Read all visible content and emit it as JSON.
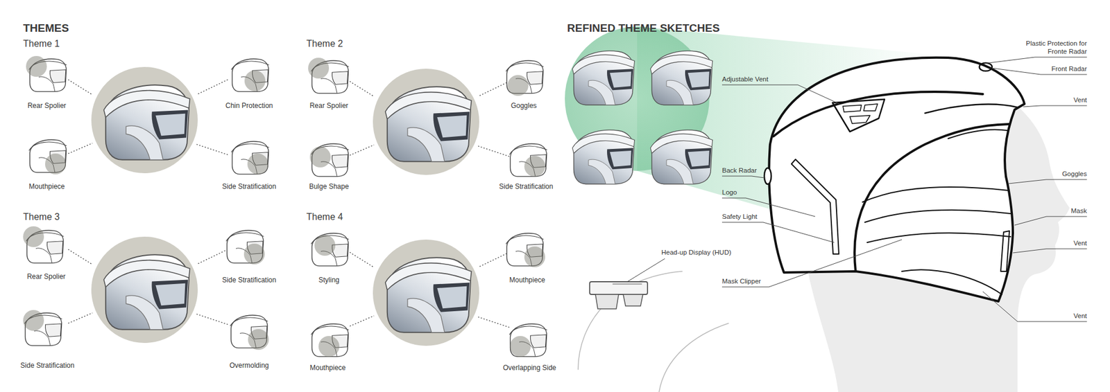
{
  "diagram": {
    "labels": [
      "THEMES",
      "Theme 1",
      "Rear Spolier",
      "Chin Protection",
      "Mouthpiece",
      "Side Stratification",
      "Theme 2",
      "Rear Spolier",
      "Goggles",
      "Bulge Shape",
      "Side Stratification",
      "Theme 3",
      "Rear Spolier",
      "Side Stratification",
      "Side Stratification",
      "Overmolding",
      "Theme 4",
      "Styling",
      "Mouthpiece",
      "Mouthpiece",
      "Overlapping Side",
      "REFINED THEME SKETCHES",
      "Plastic Protection for Fronte Radar",
      "Front Radar",
      "Vent",
      "Adjustable Vent",
      "Goggles",
      "Back Radar",
      "Logo",
      "Mask",
      "Safety Light",
      "Vent",
      "Mask Clipper",
      "Vent",
      "Head-up Display (HUD)"
    ]
  }
}
